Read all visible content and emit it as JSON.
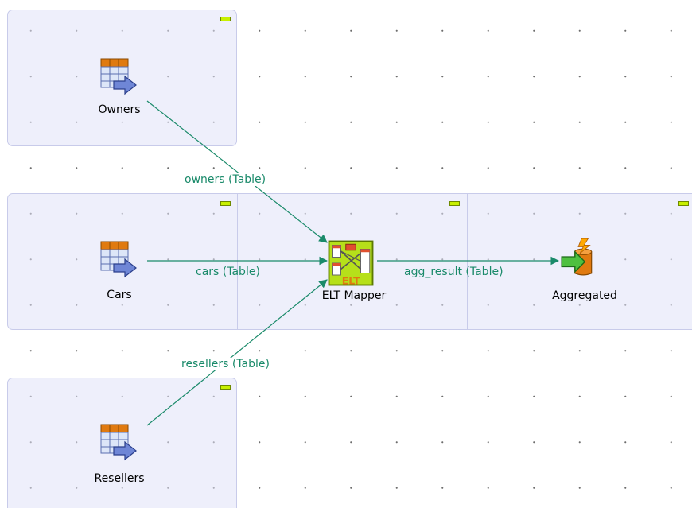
{
  "components": {
    "owners": {
      "label": "Owners",
      "icon": "table-input-icon"
    },
    "cars": {
      "label": "Cars",
      "icon": "table-input-icon"
    },
    "resellers": {
      "label": "Resellers",
      "icon": "table-input-icon"
    },
    "elt_mapper": {
      "label": "ELT Mapper",
      "icon": "elt-mapper-icon",
      "icon_text": "ELT"
    },
    "aggregated": {
      "label": "Aggregated",
      "icon": "db-output-icon"
    }
  },
  "links": {
    "owners": "owners (Table)",
    "cars": "cars (Table)",
    "resellers": "resellers (Table)",
    "agg_result": "agg_result (Table)"
  },
  "colors": {
    "link": "#1a8a6a",
    "subjob_bg": "#e0e2f8",
    "collapse_button": "#c8f000"
  }
}
